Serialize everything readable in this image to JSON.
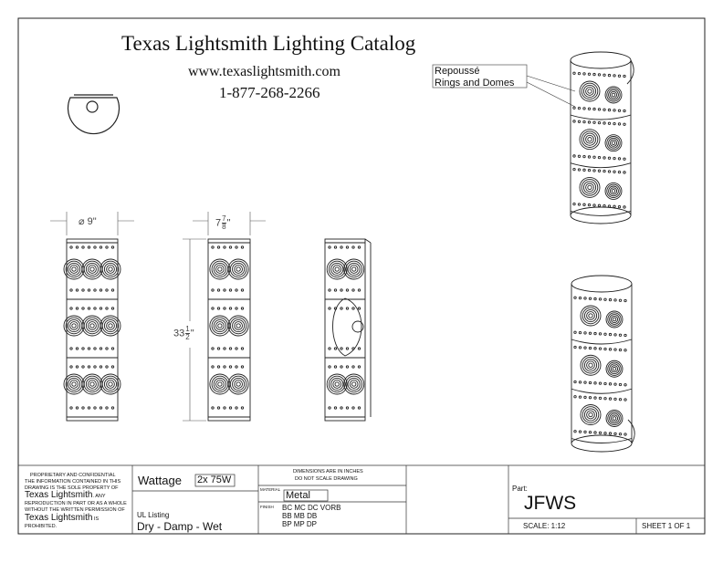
{
  "header": {
    "title": "Texas Lightsmith Lighting Catalog",
    "website": "www.texaslightsmith.com",
    "phone": "1-877-268-2266"
  },
  "callout": {
    "line1": "Repoussé",
    "line2": "Rings and Domes"
  },
  "dimensions": {
    "diameter": "⌀ 9\"",
    "depth_whole": "7",
    "depth_num": "7",
    "depth_den": "8",
    "depth_unit": "\"",
    "height_whole": "33",
    "height_num": "1",
    "height_den": "2",
    "height_unit": "\""
  },
  "title_block": {
    "proprietary_lines": [
      "PROPRIETARY AND CONFIDENTIAL",
      "THE INFORMATION CONTAINED IN THIS",
      "DRAWING IS THE SOLE PROPERTY OF"
    ],
    "company_name": "Texas Lightsmith",
    "proprietary_tail_1": ". ANY",
    "proprietary_mid_lines": [
      "REPRODUCTION IN PART OR AS A WHOLE",
      "WITHOUT THE WRITTEN PERMISSION OF"
    ],
    "company_name_2": "Texas Lightsmith",
    "proprietary_tail_2": " IS",
    "proprietary_last": "PROHIBITED.",
    "wattage_label": "Wattage",
    "wattage_value": "2x 75W",
    "ul_label": "UL Listing",
    "ul_value": "Dry - Damp - Wet",
    "dims_note_1": "DIMENSIONS ARE IN INCHES",
    "dims_note_2": "DO NOT SCALE DRAWING",
    "material_label": "MATERIAL",
    "material_value": "Metal",
    "finish_label": "FINISH",
    "finish_lines": [
      "BC MC DC VORB",
      "BB MB DB",
      "BP MP DP"
    ],
    "part_label": "Part:",
    "part_value": "JFWS",
    "scale": "SCALE: 1:12",
    "sheet": "SHEET 1 OF 1"
  }
}
